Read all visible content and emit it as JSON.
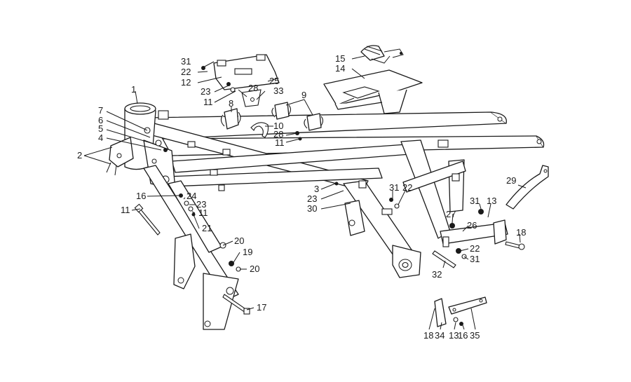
{
  "diagram": {
    "callouts": {
      "c1": "1",
      "c2": "2",
      "c3": "3",
      "c4": "4",
      "c5": "5",
      "c6": "6",
      "c7": "7",
      "c8": "8",
      "c9": "9",
      "c10": "10",
      "c11a": "11",
      "c11b": "11",
      "c11c": "11",
      "c11d": "11",
      "c12": "12",
      "c13a": "13",
      "c13b": "13",
      "c14": "14",
      "c15": "15",
      "c16a": "16",
      "c16b": "16",
      "c17": "17",
      "c18a": "18",
      "c18b": "18",
      "c19": "19",
      "c20a": "20",
      "c20b": "20",
      "c21": "21",
      "c22a": "22",
      "c22b": "22",
      "c22c": "22",
      "c23a": "23",
      "c23b": "23",
      "c23c": "23",
      "c24": "24",
      "c25": "25",
      "c26": "26",
      "c27": "27",
      "c28a": "28",
      "c28b": "28",
      "c29": "29",
      "c30": "30",
      "c31a": "31",
      "c31b": "31",
      "c31c": "31",
      "c31d": "31",
      "c32": "32",
      "c33": "33",
      "c34": "34",
      "c35": "35"
    }
  }
}
